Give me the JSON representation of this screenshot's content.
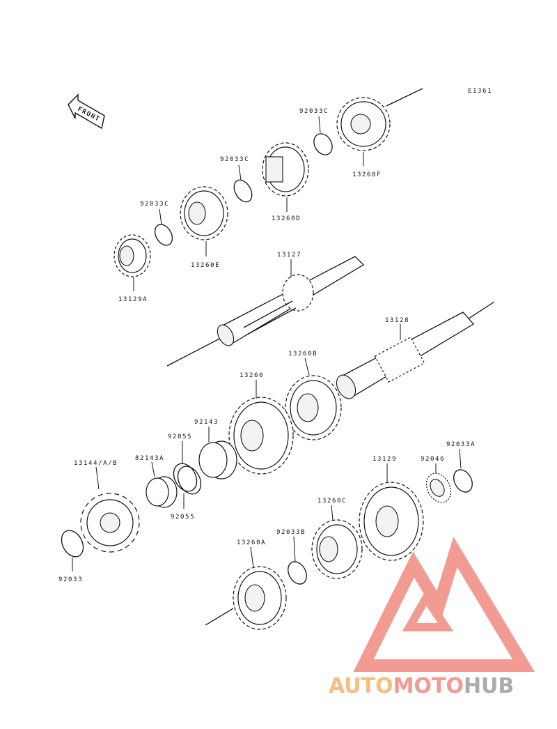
{
  "diagram_code": "E1361",
  "front_label": "FRONT",
  "parts": {
    "p92033C_a": "92033C",
    "p92033C_b": "92033C",
    "p92033C_c": "92033C",
    "p13260F": "13260F",
    "p13260D": "13260D",
    "p13260E": "13260E",
    "p13129A": "13129A",
    "p13127": "13127",
    "p13128": "13128",
    "p13260B": "13260B",
    "p13260": "13260",
    "p92143": "92143",
    "p92055_a": "92055",
    "p92055_b": "92055",
    "p82143A": "82143A",
    "p13144": "13144/A/B",
    "p92033": "92033",
    "p13129": "13129",
    "p92046": "92046",
    "p92033A": "92033A",
    "p13260C": "13260C",
    "p92033B": "92033B",
    "p13260A": "13260A"
  },
  "watermark": {
    "part1": "AUTO",
    "part2": "MOTO",
    "part3": "HUB",
    "color1": "#f6b26b",
    "color2": "#ef8a80",
    "color3": "#9e9e9e"
  }
}
